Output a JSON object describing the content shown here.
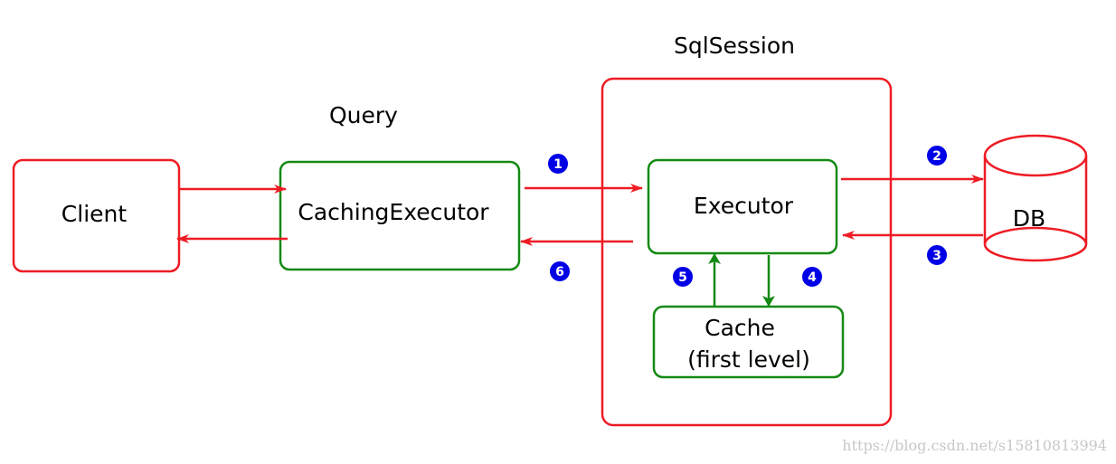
{
  "titles": {
    "sqlsession": "SqlSession",
    "query": "Query"
  },
  "nodes": {
    "client": "Client",
    "caching_executor": "CachingExecutor",
    "executor": "Executor",
    "cache_line1": "Cache",
    "cache_line2": "(first level)",
    "db": "DB"
  },
  "steps": [
    "1",
    "2",
    "3",
    "4",
    "5",
    "6"
  ],
  "watermark": "https://blog.csdn.net/s15810813994",
  "colors": {
    "red": "#ee1c24",
    "green": "#148a14",
    "badge": "#0000e6"
  }
}
